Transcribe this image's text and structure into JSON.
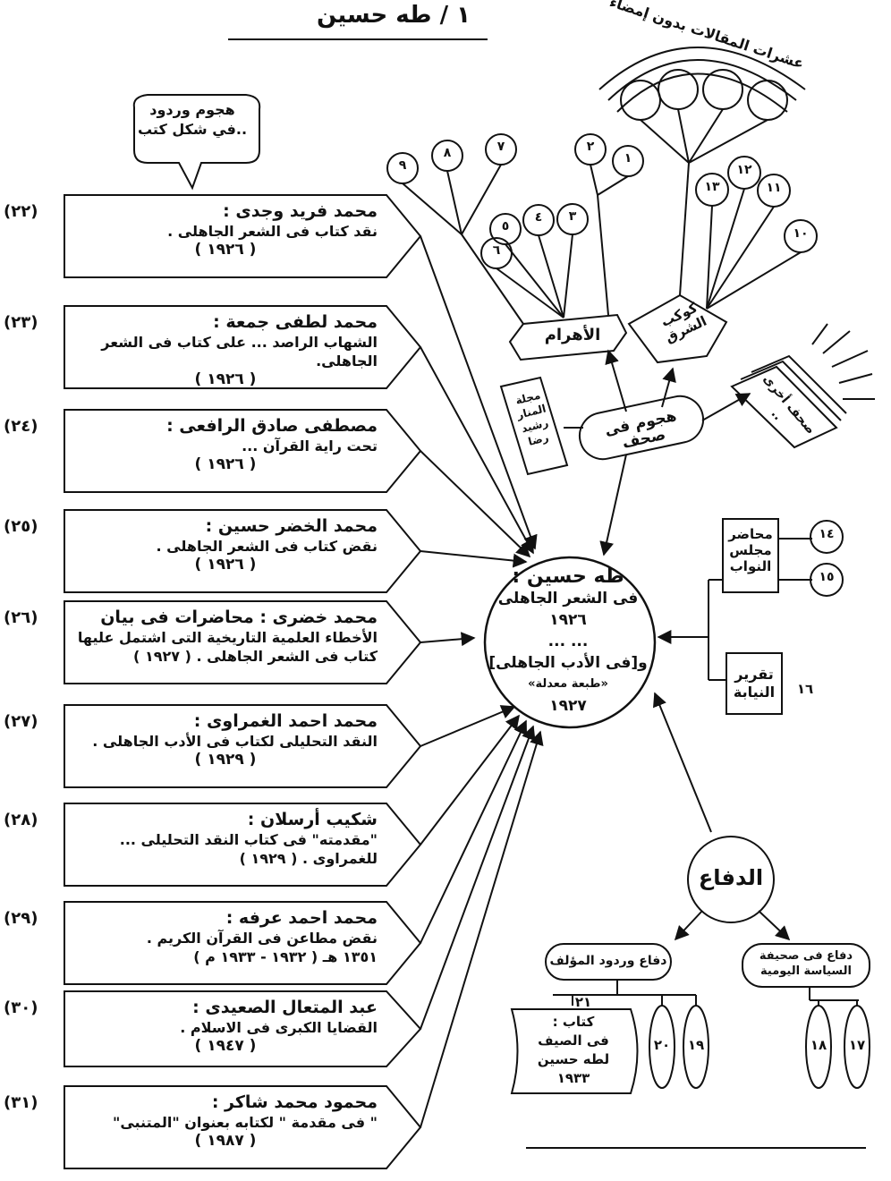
{
  "title": "١ / طه حسين",
  "attack_bubble": [
    "هجوم وردود",
    "في شكل كتب.."
  ],
  "books": [
    {
      "num": "(٢٢)",
      "author": "محمد فريد وجدى :",
      "lines": [
        "نقد كتاب فى الشعر الجاهلى ."
      ],
      "year": "( ١٩٢٦ )"
    },
    {
      "num": "(٢٣)",
      "author": "محمد لطفى جمعة :",
      "lines": [
        "الشهاب الراصد ... على كتاب فى الشعر الجاهلى."
      ],
      "year": "( ١٩٢٦ )"
    },
    {
      "num": "(٢٤)",
      "author": "مصطفى صادق الرافعى :",
      "lines": [
        "تحت راية القرآن ..."
      ],
      "year": "( ١٩٢٦ )"
    },
    {
      "num": "(٢٥)",
      "author": "محمد الخضر حسين :",
      "lines": [
        "نقض كتاب فى الشعر الجاهلى ."
      ],
      "year": "( ١٩٢٦ )"
    },
    {
      "num": "(٢٦)",
      "author": "محمد خضرى : محاضرات فى بيان",
      "lines": [
        "الأخطاء العلمية التاريخية التى اشتمل عليها",
        "كتاب فى الشعر الجاهلى . ( ١٩٢٧ )"
      ],
      "year": ""
    },
    {
      "num": "(٢٧)",
      "author": "محمد احمد الغمراوى :",
      "lines": [
        "النقد التحليلى لكتاب فى الأدب الجاهلى ."
      ],
      "year": "( ١٩٢٩ )"
    },
    {
      "num": "(٢٨)",
      "author": "شكيب أرسلان :",
      "lines": [
        "\"مقدمته\" فى كتاب النقد التحليلى ...",
        "للغمراوى . ( ١٩٢٩ )"
      ],
      "year": ""
    },
    {
      "num": "(٢٩)",
      "author": "محمد احمد عرفه :",
      "lines": [
        "نقض مطاعن فى القرآن الكريم .",
        "١٣٥١ هـ ( ١٩٣٢ - ١٩٣٣ م )"
      ],
      "year": ""
    },
    {
      "num": "(٣٠)",
      "author": "عبد المتعال الصعيدى :",
      "lines": [
        "القضايا الكبرى فى الاسلام ."
      ],
      "year": "( ١٩٤٧ )"
    },
    {
      "num": "(٣١)",
      "author": "محمود محمد شاكر :",
      "lines": [
        "\" فى مقدمة \" لكتابه بعنوان \"المتنبى\""
      ],
      "year": "( ١٩٨٧ )"
    }
  ],
  "center": {
    "name": "طه حسين :",
    "lines": [
      "فى الشعر الجاهلى ١٩٢٦",
      "... ...",
      "و[فى الأدب الجاهلى]",
      "«طبعة معدلة»",
      "١٩٢٧"
    ]
  },
  "press_attack": "هجوم فى صحف",
  "ahram": "الأهرام",
  "kawkab": [
    "كوكب",
    "الشرق"
  ],
  "manar": [
    "مجلة",
    "المنار",
    "رشيد",
    "رضا"
  ],
  "others_press": "صحف أخرى ..",
  "many_articles": "عشرات المقالات بدون إمضاء",
  "numbered_circles": [
    "١",
    "٢",
    "٣",
    "٤",
    "٥",
    "٦",
    "٧",
    "٨",
    "٩",
    "١٠",
    "١١",
    "١٢",
    "١٣",
    "١٤",
    "١٥",
    "١٦",
    "١٧",
    "١٨",
    "١٩",
    "٢٠",
    "٢١"
  ],
  "parliament": [
    "محاضر",
    "مجلس",
    "النواب"
  ],
  "prosecution": [
    "تقرير",
    "النيابة"
  ],
  "defense": "الدفاع",
  "defense_author": "دفاع وردود المؤلف",
  "defense_press": [
    "دفاع فى صحيفة",
    "السياسة اليومية"
  ],
  "summer_book": [
    "كتاب :",
    "فى الصيف",
    "لطه حسين",
    "١٩٣٣"
  ]
}
